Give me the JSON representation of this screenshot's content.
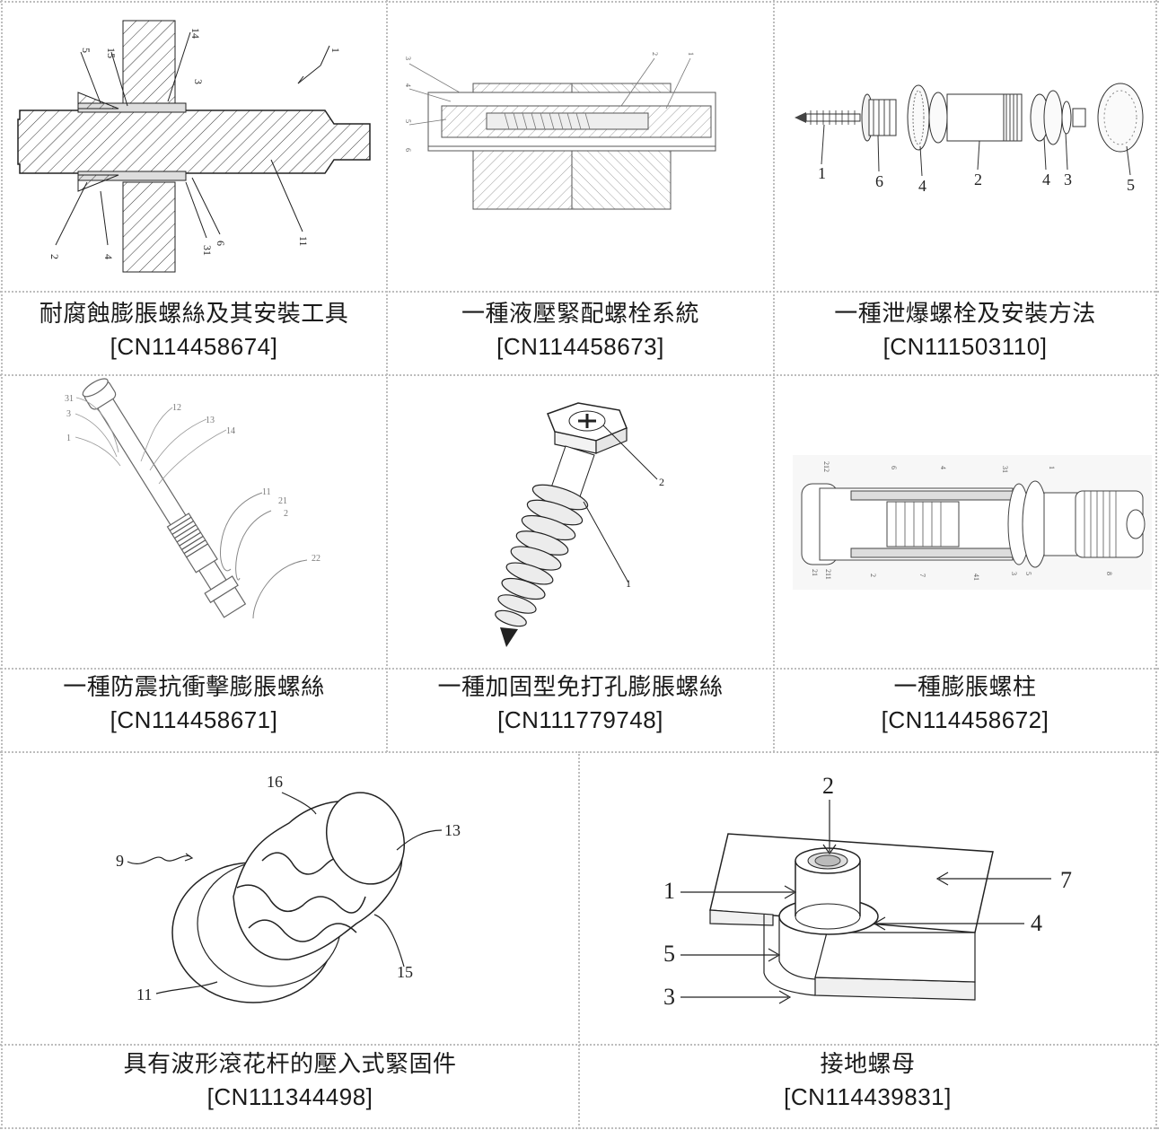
{
  "patents": [
    {
      "title": "耐腐蝕膨脹螺絲及其安裝工具",
      "code": "[CN114458674]",
      "labels": [
        "1",
        "14",
        "15",
        "5",
        "3",
        "2",
        "4",
        "31",
        "6",
        "11"
      ]
    },
    {
      "title": "一種液壓緊配螺栓系統",
      "code": "[CN114458673]",
      "labels": [
        "3",
        "2",
        "1",
        "4",
        "5",
        "6"
      ]
    },
    {
      "title": "一種泄爆螺栓及安裝方法",
      "code": "[CN111503110]",
      "labels": [
        "1",
        "6",
        "4",
        "2",
        "4",
        "3",
        "5"
      ]
    },
    {
      "title": "一種防震抗衝擊膨脹螺絲",
      "code": "[CN114458671]",
      "labels": [
        "31",
        "3",
        "1",
        "12",
        "13",
        "14",
        "11",
        "21",
        "2",
        "22"
      ]
    },
    {
      "title": "一種加固型免打孔膨脹螺絲",
      "code": "[CN111779748]",
      "labels": [
        "2",
        "1"
      ]
    },
    {
      "title": "一種膨脹螺柱",
      "code": "[CN114458672]",
      "labels": [
        "212",
        "6",
        "4",
        "31",
        "1",
        "21",
        "211",
        "2",
        "7",
        "41",
        "3",
        "5",
        "8"
      ]
    },
    {
      "title": "具有波形滾花杆的壓入式緊固件",
      "code": "[CN111344498]",
      "labels": [
        "16",
        "13",
        "9",
        "11",
        "15"
      ]
    },
    {
      "title": "接地螺母",
      "code": "[CN114439831]",
      "labels": [
        "2",
        "7",
        "1",
        "4",
        "5",
        "3"
      ]
    }
  ],
  "colors": {
    "line": "#222222",
    "grid": "#bdbdbd",
    "text": "#1a1a1a"
  },
  "icons": [
    "expansion-bolt-drawing",
    "hydraulic-bolt-drawing",
    "explosion-bolt-drawing",
    "anti-shock-screw-drawing",
    "lag-screw-drawing",
    "expansion-stud-drawing",
    "knurled-fastener-drawing",
    "ground-nut-drawing"
  ]
}
